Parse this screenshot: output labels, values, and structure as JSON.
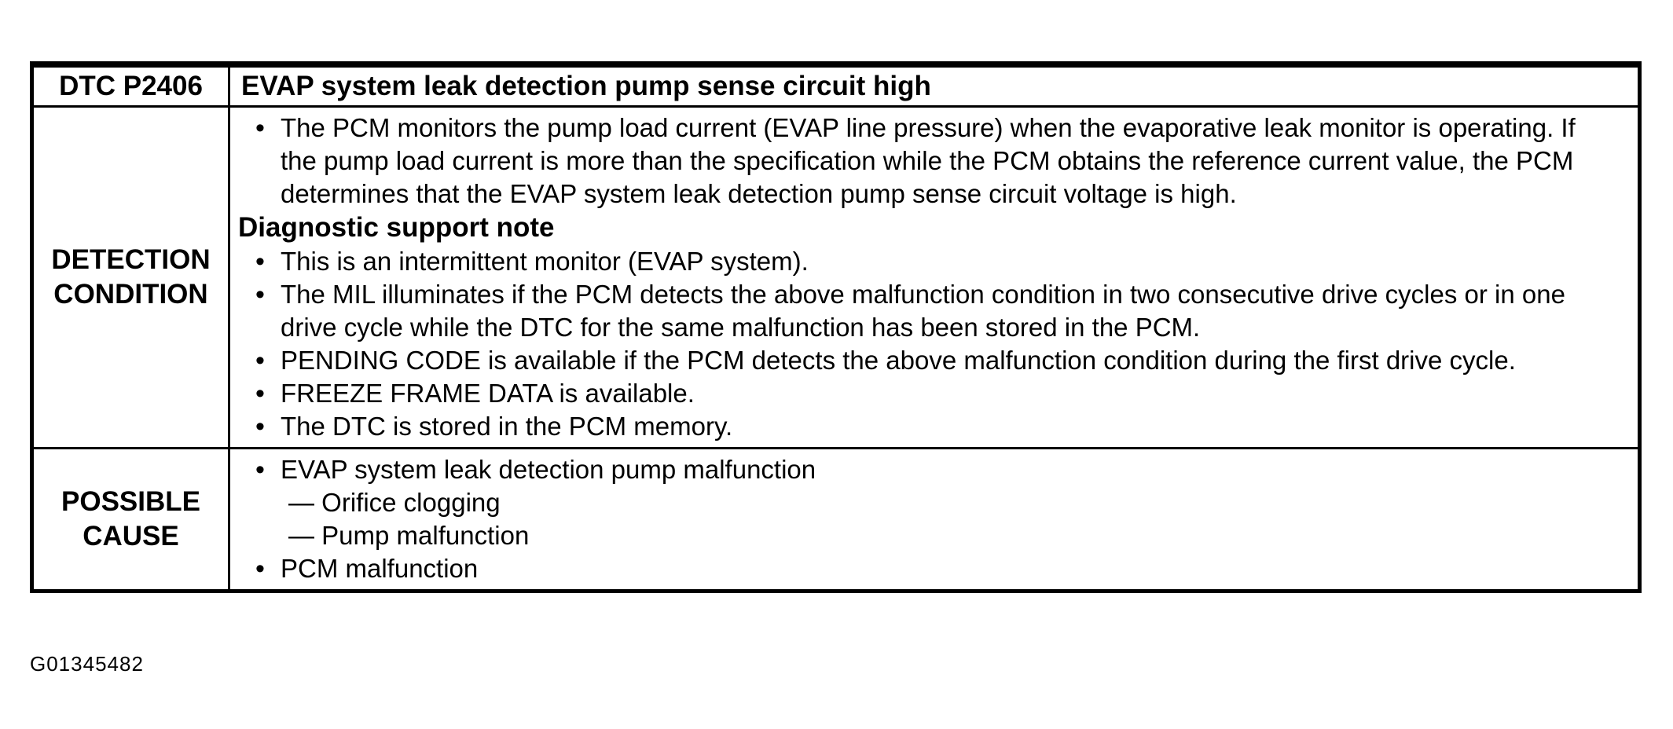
{
  "glyphs": {
    "bullet": "•"
  },
  "table": {
    "header": {
      "code": "DTC P2406",
      "title": "EVAP system leak detection pump sense circuit high"
    },
    "detection": {
      "label": "DETECTION CONDITION",
      "intro_bullet": "The PCM monitors the pump load current (EVAP line pressure) when the evaporative leak monitor is operating. If the pump load current is more than the specification while the PCM obtains the reference current value, the PCM determines that the EVAP system leak detection pump sense circuit voltage is high.",
      "note_heading": "Diagnostic support note",
      "note_bullets": [
        "This is an intermittent monitor (EVAP system).",
        "The MIL illuminates if the PCM detects the above malfunction condition in two consecutive drive cycles or in one drive cycle while the DTC for the same malfunction has been stored in the PCM.",
        "PENDING CODE is available if the PCM detects the above malfunction condition during the first drive cycle.",
        "FREEZE FRAME DATA is available.",
        "The DTC is stored in the PCM memory."
      ]
    },
    "possible_cause": {
      "label": "POSSIBLE CAUSE",
      "bullet_1": "EVAP system leak detection pump malfunction",
      "sub_items": [
        "— Orifice clogging",
        "— Pump malfunction"
      ],
      "bullet_2": "PCM malfunction"
    }
  },
  "footer": {
    "figure_code": "G01345482"
  }
}
